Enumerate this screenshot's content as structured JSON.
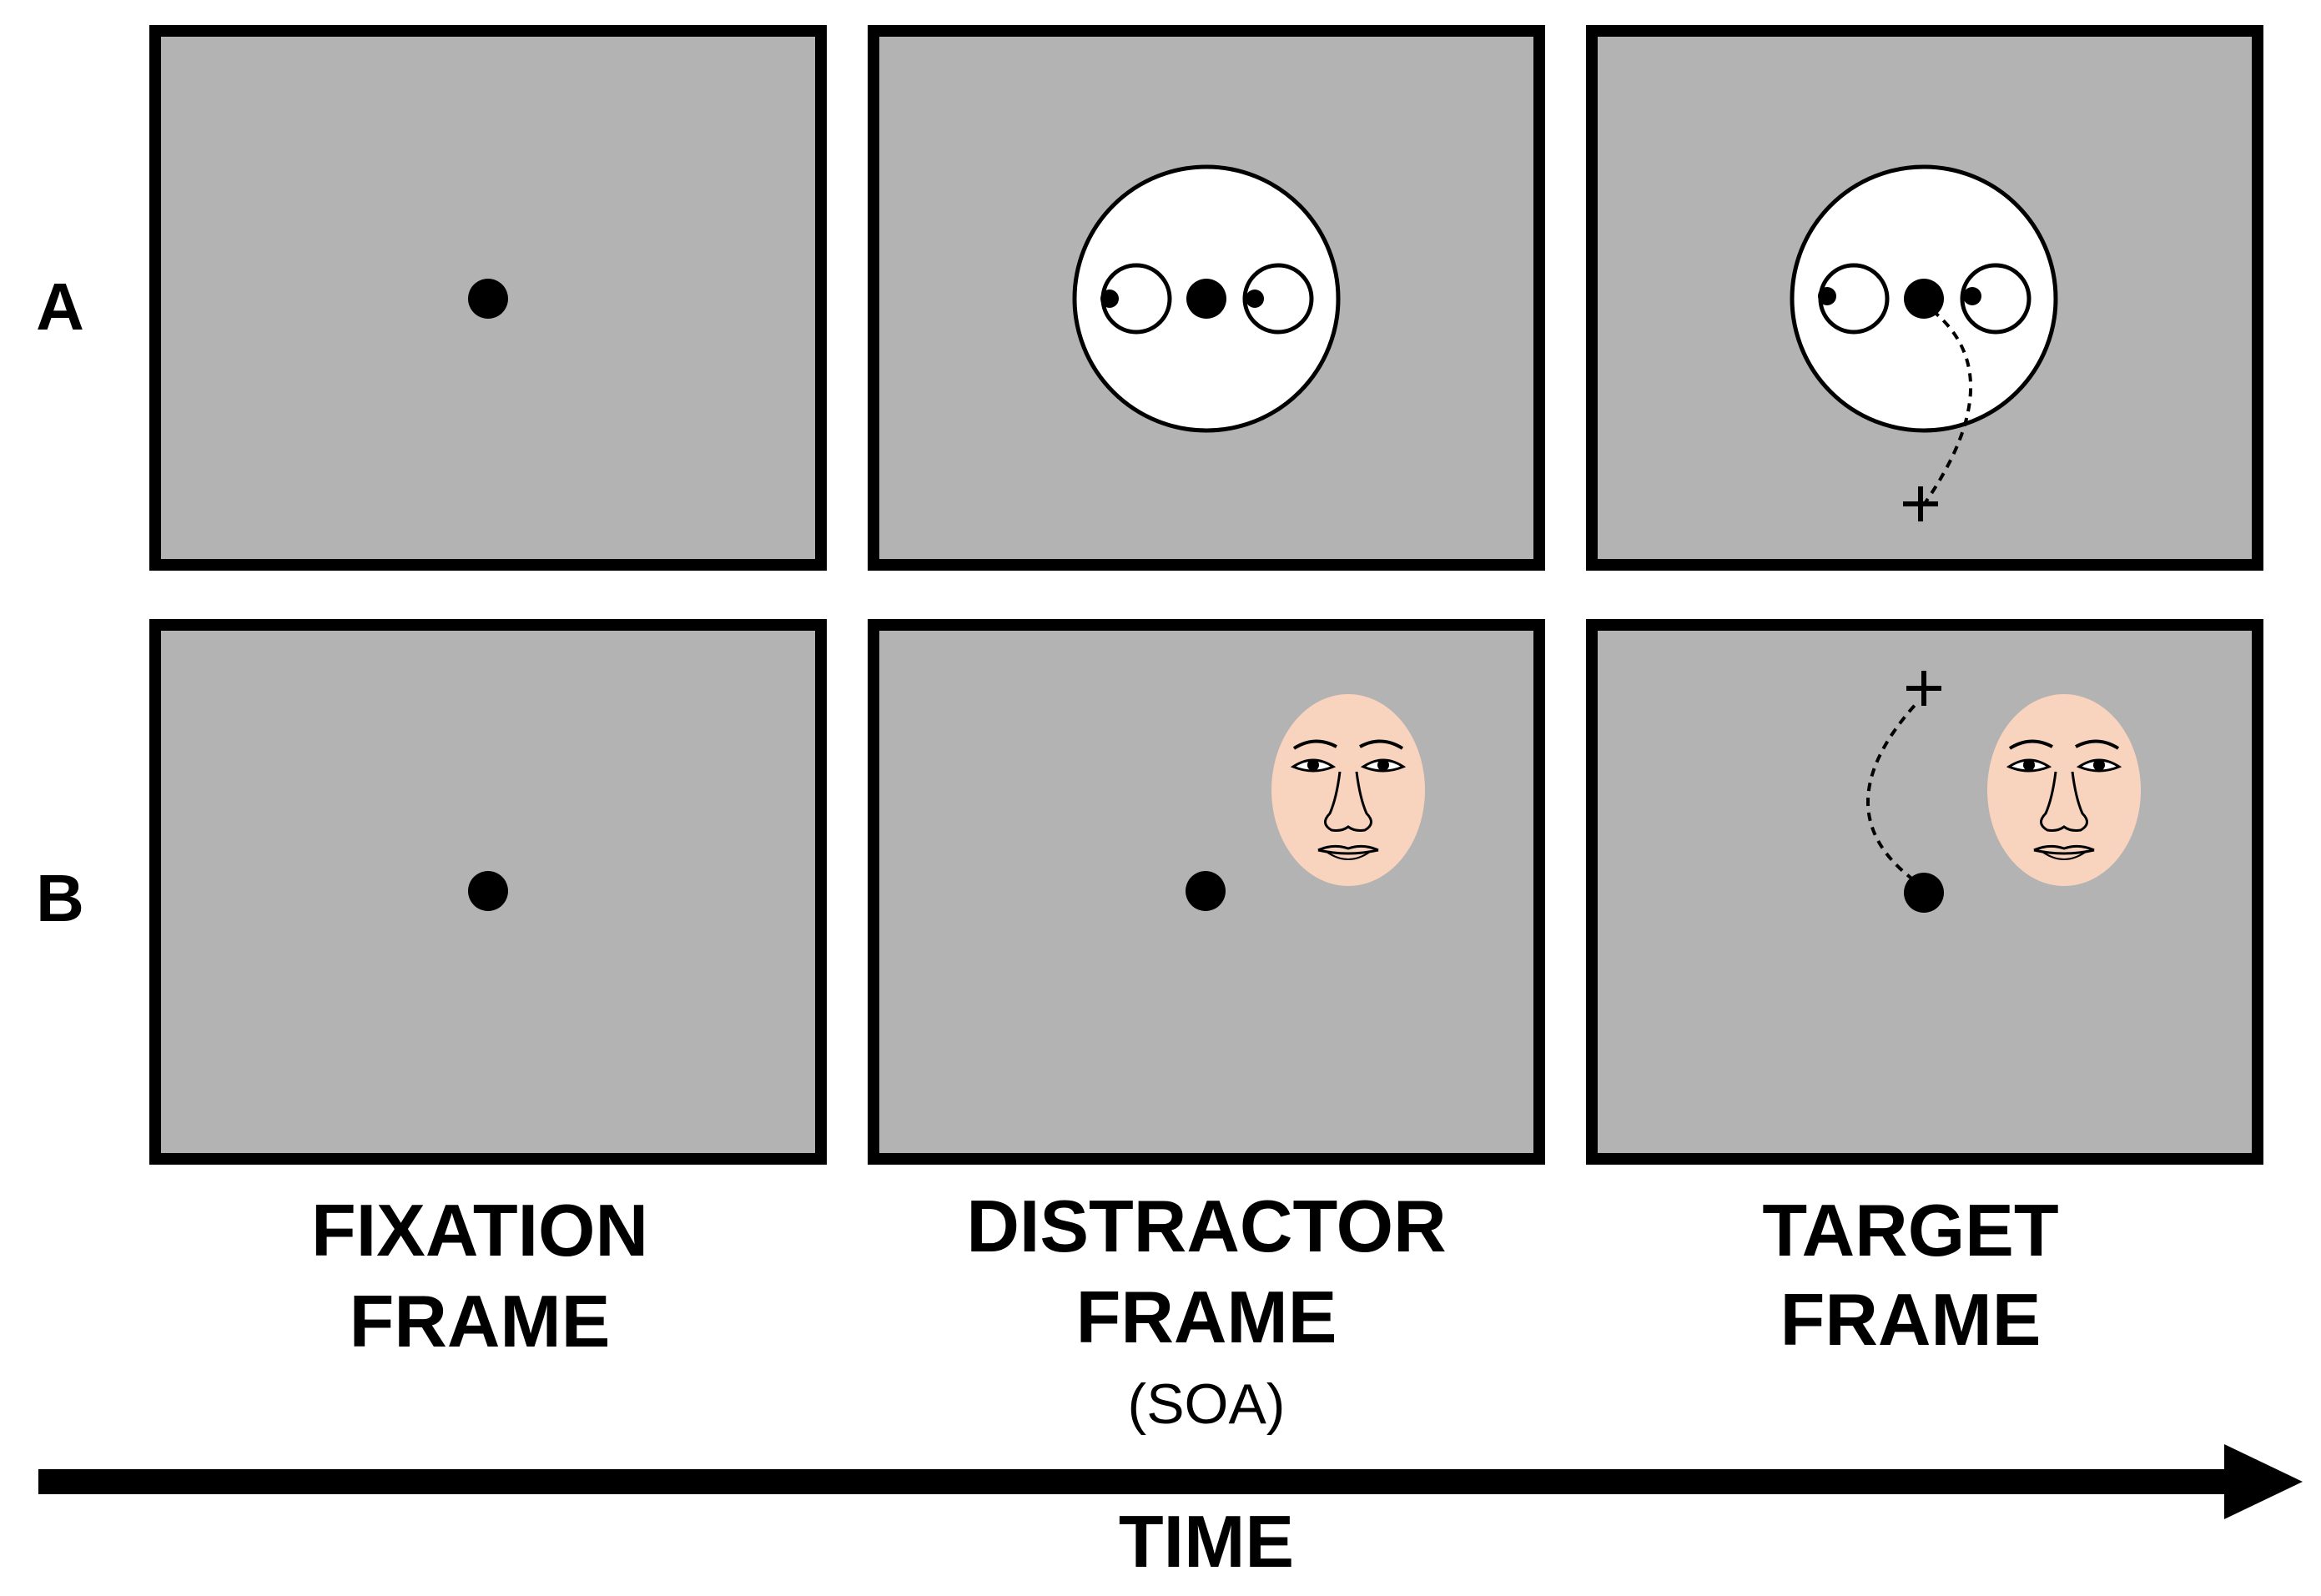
{
  "rows": {
    "a": {
      "label": "A"
    },
    "b": {
      "label": "B"
    }
  },
  "columns": {
    "fixation": {
      "line1": "FIXATION",
      "line2": "FRAME"
    },
    "distractor": {
      "line1": "DISTRACTOR",
      "line2": "FRAME",
      "sub": "(SOA)"
    },
    "target": {
      "line1": "TARGET",
      "line2": "FRAME"
    }
  },
  "axis": {
    "label": "TIME"
  },
  "colors": {
    "frame_fill": "#b3b3b3",
    "frame_border": "#000000",
    "face_white": "#ffffff",
    "skin": "#f8d3bd",
    "ink": "#000000"
  },
  "icons": {
    "fixation_dot": "filled-circle",
    "target_marker": "plus-sign",
    "saccade_path": "dashed-curve",
    "cartoon_face": "circle-face-with-eyes",
    "human_face": "oval-face"
  }
}
